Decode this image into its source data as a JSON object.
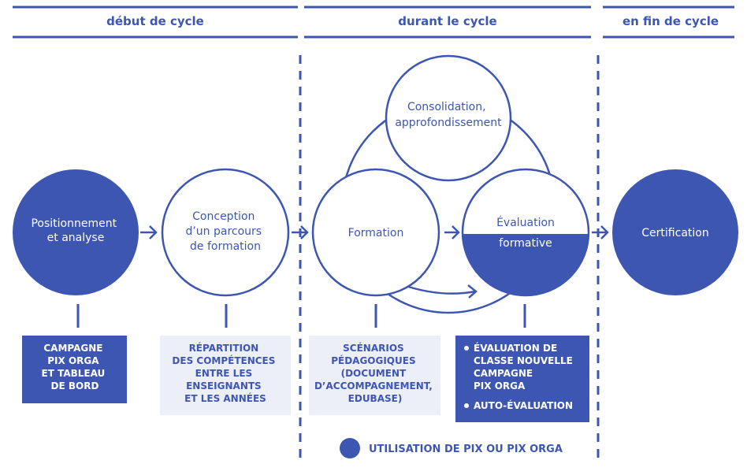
{
  "colors": {
    "primary": "#3d56b2",
    "light_box": "#eceef8",
    "white": "#ffffff"
  },
  "phases": [
    {
      "label": "début de cycle"
    },
    {
      "label": "durant le cycle"
    },
    {
      "label": "en fin de cycle"
    }
  ],
  "circles": {
    "positionnement": {
      "lines": [
        "Positionnement",
        "et analyse"
      ]
    },
    "conception": {
      "lines": [
        "Conception",
        "d’un parcours",
        "de formation"
      ]
    },
    "consolidation": {
      "lines": [
        "Consolidation,",
        "approfondissement"
      ]
    },
    "formation": {
      "lines": [
        "Formation"
      ]
    },
    "evaluation": {
      "top": "Évaluation",
      "bottom": "formative"
    },
    "certification": {
      "lines": [
        "Certification"
      ]
    }
  },
  "boxes": {
    "campagne": {
      "lines": [
        "CAMPAGNE",
        "PIX ORGA",
        "ET TABLEAU",
        "DE BORD"
      ]
    },
    "repartition": {
      "lines": [
        "RÉPARTITION",
        "DES COMPÉTENCES",
        "ENTRE LES",
        "ENSEIGNANTS",
        "ET LES ANNÉES"
      ]
    },
    "scenarios": {
      "lines": [
        "SCÉNARIOS",
        "PÉDAGOGIQUES",
        "(DOCUMENT",
        "D’ACCOMPAGNEMENT,",
        "EDUBASE)"
      ]
    },
    "evaluation_items": {
      "item1": [
        "ÉVALUATION DE",
        "CLASSE NOUVELLE",
        "CAMPAGNE",
        "PIX ORGA"
      ],
      "item2": [
        "AUTO-ÉVALUATION"
      ]
    }
  },
  "legend": {
    "label": "UTILISATION DE PIX OU PIX ORGA"
  }
}
